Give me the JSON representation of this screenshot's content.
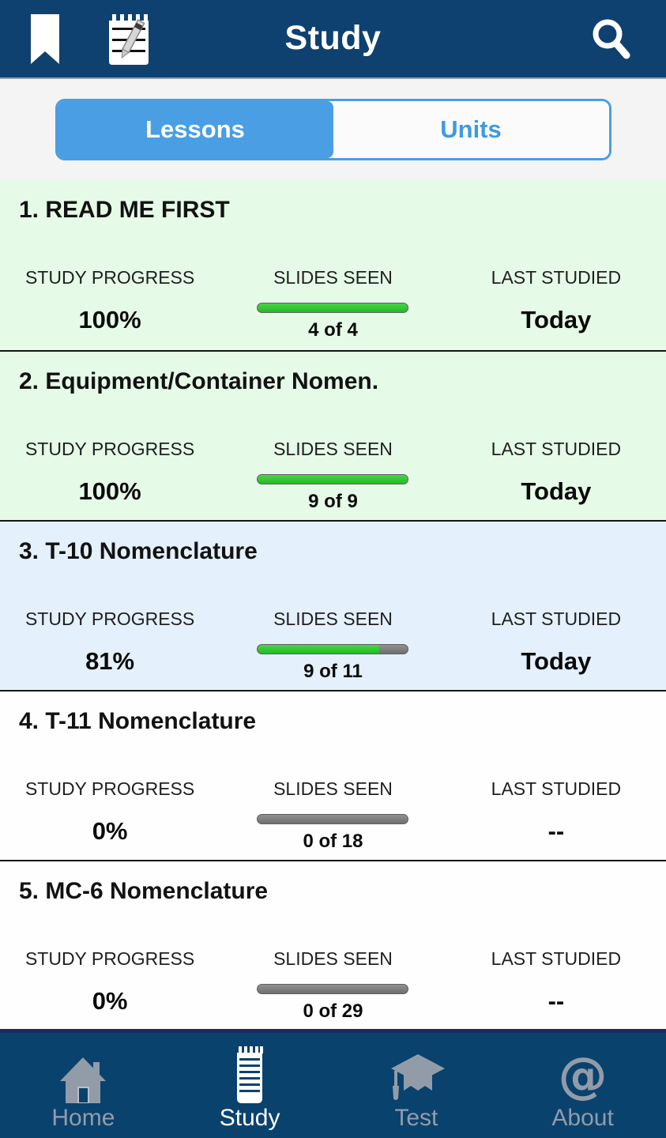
{
  "header": {
    "title": "Study",
    "icons": {
      "bookmark": "bookmark-icon",
      "notes": "notes-icon",
      "search": "search-icon"
    }
  },
  "tabs": [
    {
      "label": "Lessons",
      "active": true
    },
    {
      "label": "Units",
      "active": false
    }
  ],
  "column_headers": [
    "STUDY PROGRESS",
    "SLIDES SEEN",
    "LAST STUDIED"
  ],
  "lessons": [
    {
      "title": "1. READ ME FIRST",
      "progress": "100%",
      "progress_pct": 100,
      "slides": "4 of 4",
      "last_studied": "Today",
      "row_color": "#e5fae7"
    },
    {
      "title": "2. Equipment/Container Nomen.",
      "progress": "100%",
      "progress_pct": 100,
      "slides": "9 of 9",
      "last_studied": "Today",
      "row_color": "#e5fae7"
    },
    {
      "title": "3. T-10 Nomenclature",
      "progress": "81%",
      "progress_pct": 81,
      "slides": "9 of 11",
      "last_studied": "Today",
      "row_color": "#e4f0fb"
    },
    {
      "title": "4. T-11 Nomenclature",
      "progress": "0%",
      "progress_pct": 0,
      "slides": "0 of 18",
      "last_studied": "--",
      "row_color": "#fefefe"
    },
    {
      "title": "5. MC-6 Nomenclature",
      "progress": "0%",
      "progress_pct": 0,
      "slides": "0 of 29",
      "last_studied": "--",
      "row_color": "#fefefe"
    }
  ],
  "bottom_nav": [
    {
      "label": "Home",
      "icon": "home-icon",
      "active": false
    },
    {
      "label": "Study",
      "icon": "study-icon",
      "active": true
    },
    {
      "label": "Test",
      "icon": "test-icon",
      "active": false
    },
    {
      "label": "About",
      "icon": "about-icon",
      "active": false
    }
  ],
  "colors": {
    "header_bg": "#0e416f",
    "nav_bg": "#0a426e",
    "accent_blue": "#4a9ee3",
    "progress_green": "#2ec82e",
    "progress_gray": "#7d7d7d",
    "row_green": "#e5fae7",
    "row_blue": "#e4f0fb",
    "nav_inactive_gray": "#929ca9"
  }
}
